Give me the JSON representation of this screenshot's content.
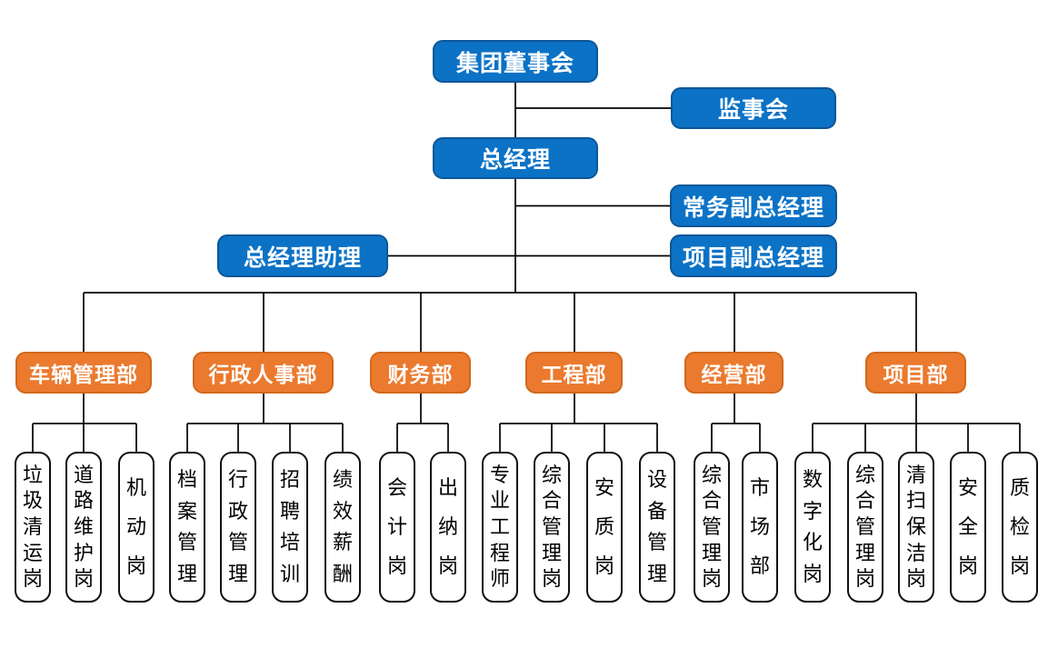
{
  "colors": {
    "executive_fill": "#0B72C6",
    "executive_border": "#0D5696",
    "department_fill": "#EB7A2E",
    "department_border": "#D0681D",
    "position_border": "#111111",
    "line": "#000000"
  },
  "executives": {
    "board": "集团董事会",
    "supervisory": "监事会",
    "general_manager": "总经理",
    "executive_deputy_gm": "常务副总经理",
    "gm_assistant": "总经理助理",
    "project_deputy_gm": "项目副总经理"
  },
  "departments": [
    {
      "name": "车辆管理部",
      "positions": [
        "垃圾清运岗",
        "道路维护岗",
        "机动岗"
      ]
    },
    {
      "name": "行政人事部",
      "positions": [
        "档案管理",
        "行政管理",
        "招聘培训",
        "绩效薪酬"
      ]
    },
    {
      "name": "财务部",
      "positions": [
        "会计岗",
        "出纳岗"
      ]
    },
    {
      "name": "工程部",
      "positions": [
        "专业工程师",
        "综合管理岗",
        "安质岗",
        "设备管理"
      ]
    },
    {
      "name": "经营部",
      "positions": [
        "综合管理岗",
        "市场部"
      ]
    },
    {
      "name": "项目部",
      "positions": [
        "数字化岗",
        "综合管理岗",
        "清扫保洁岗",
        "安全岗",
        "质检岗"
      ]
    }
  ]
}
